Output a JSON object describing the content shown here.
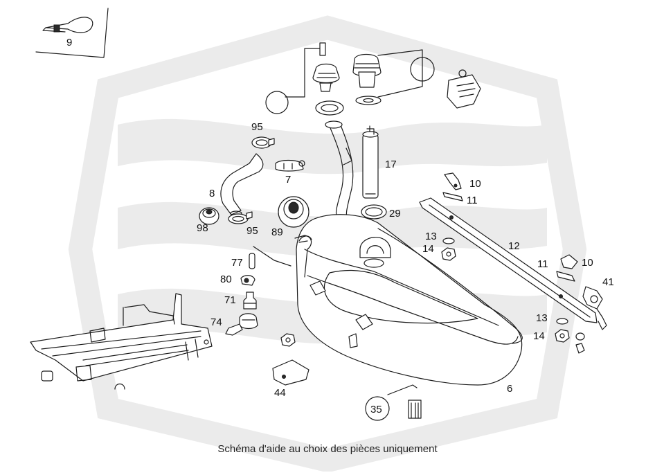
{
  "diagram": {
    "caption": "Schéma d'aide au choix des pièces uniquement",
    "part_labels": [
      {
        "id": "9",
        "text": "9"
      },
      {
        "id": "95a",
        "text": "95"
      },
      {
        "id": "17",
        "text": "17"
      },
      {
        "id": "8",
        "text": "8"
      },
      {
        "id": "7",
        "text": "7"
      },
      {
        "id": "10a",
        "text": "10"
      },
      {
        "id": "11a",
        "text": "11"
      },
      {
        "id": "29",
        "text": "29"
      },
      {
        "id": "98",
        "text": "98"
      },
      {
        "id": "95b",
        "text": "95"
      },
      {
        "id": "89",
        "text": "89"
      },
      {
        "id": "13a",
        "text": "13"
      },
      {
        "id": "14a",
        "text": "14"
      },
      {
        "id": "12",
        "text": "12"
      },
      {
        "id": "77",
        "text": "77"
      },
      {
        "id": "11b",
        "text": "11"
      },
      {
        "id": "10b",
        "text": "10"
      },
      {
        "id": "41",
        "text": "41"
      },
      {
        "id": "80",
        "text": "80"
      },
      {
        "id": "71",
        "text": "71"
      },
      {
        "id": "74",
        "text": "74"
      },
      {
        "id": "13b",
        "text": "13"
      },
      {
        "id": "14b",
        "text": "14"
      },
      {
        "id": "6",
        "text": "6"
      },
      {
        "id": "44",
        "text": "44"
      },
      {
        "id": "35",
        "text": "35"
      }
    ]
  }
}
